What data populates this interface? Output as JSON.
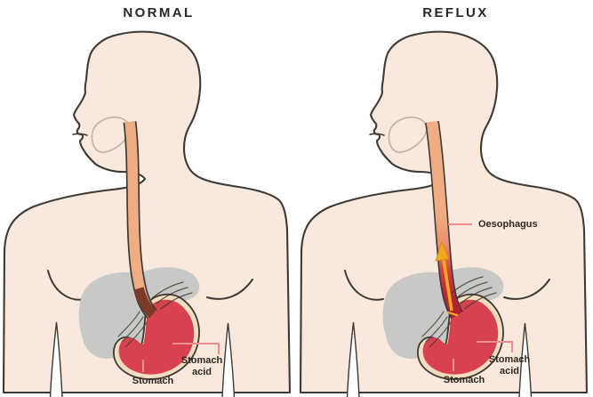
{
  "panels": [
    {
      "id": "normal",
      "title": "NORMAL",
      "labels": {
        "stomach_acid": "Stomach acid",
        "stomach": "Stomach"
      }
    },
    {
      "id": "reflux",
      "title": "REFLUX",
      "labels": {
        "oesophagus": "Oesophagus",
        "stomach_acid": "Stomach acid",
        "stomach": "Stomach"
      }
    }
  ],
  "colors": {
    "background": "#ffffff",
    "skin": "#f9e9dc",
    "outline": "#3e3a36",
    "mouth-outline": "#b9b4ab",
    "esophagus": "#f0ad83",
    "sphincter-brown": "#7a3a26",
    "stomach-red": "#d8414f",
    "stomach-border": "#f3ddc0",
    "acid-mid": "#ea8d6d",
    "acid-red2": "#cf4444",
    "acid-red": "#bb2438",
    "acid-deep": "#a81f30",
    "liver-gray": "#c8c8c6",
    "leader-pink": "#f08d92",
    "arrow-yellow": "#f3a71f",
    "arrow-edge": "#d9821a",
    "title-text": "#282828",
    "label-text": "#2f2922"
  }
}
